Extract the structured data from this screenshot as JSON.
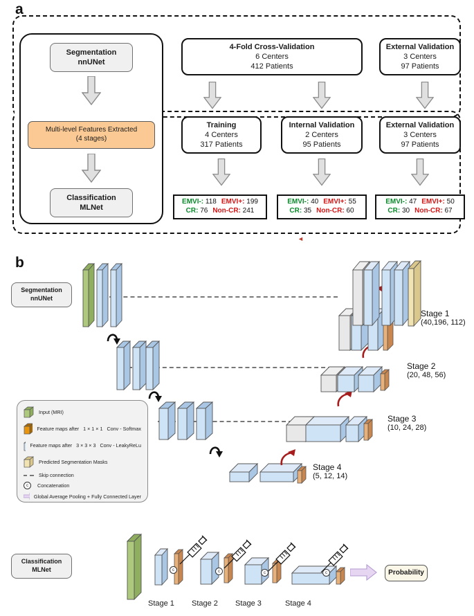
{
  "figure": {
    "panel_a_letter": "a",
    "panel_b_letter": "b"
  },
  "panel_a": {
    "pipeline": {
      "segmentation": {
        "line1": "Segmentation",
        "line2": "nnUNet"
      },
      "features": {
        "line1": "Multi-level Features Extracted",
        "line2": "(4 stages)"
      },
      "classification": {
        "line1": "Classification",
        "line2": "MLNet"
      }
    },
    "cohorts_top": [
      {
        "title": "4-Fold Cross-Validation",
        "centers": "6 Centers",
        "patients": "412 Patients"
      },
      {
        "title": "External Validation",
        "centers": "3 Centers",
        "patients": "97 Patients"
      }
    ],
    "cohorts_bottom": [
      {
        "title": "Training",
        "centers": "4 Centers",
        "patients": "317 Patients"
      },
      {
        "title": "Internal Validation",
        "centers": "2 Centers",
        "patients": "95 Patients"
      },
      {
        "title": "External Validation",
        "centers": "3 Centers",
        "patients": "97 Patients"
      }
    ],
    "counts": [
      {
        "emvi_neg_label": "EMVI-:",
        "emvi_neg_value": "118",
        "emvi_pos_label": "EMVI+:",
        "emvi_pos_value": "199",
        "cr_label": "CR:",
        "cr_value": "76",
        "noncr_label": "Non-CR:",
        "noncr_value": "241"
      },
      {
        "emvi_neg_label": "EMVI-:",
        "emvi_neg_value": "40",
        "emvi_pos_label": "EMVI+:",
        "emvi_pos_value": "55",
        "cr_label": "CR:",
        "cr_value": "35",
        "noncr_label": "Non-CR:",
        "noncr_value": "60"
      },
      {
        "emvi_neg_label": "EMVI-:",
        "emvi_neg_value": "47",
        "emvi_pos_label": "EMVI+:",
        "emvi_pos_value": "50",
        "cr_label": "CR:",
        "cr_value": "30",
        "noncr_label": "Non-CR:",
        "noncr_value": "67"
      }
    ]
  },
  "panel_b": {
    "seg_box": {
      "line1": "Segmentation",
      "line2": "nnUNet"
    },
    "cls_box": {
      "line1": "Classification",
      "line2": "MLNet"
    },
    "stages": [
      {
        "name": "Stage 1",
        "dims": "(40,196, 112)"
      },
      {
        "name": "Stage 2",
        "dims": "(20, 48, 56)"
      },
      {
        "name": "Stage 3",
        "dims": "(10, 24, 28)"
      },
      {
        "name": "Stage 4",
        "dims": "(5, 12, 14)"
      }
    ],
    "bottom_stage_labels": [
      "Stage 1",
      "Stage 2",
      "Stage 3",
      "Stage 4"
    ],
    "probability_label": "Probability",
    "legend": [
      {
        "swatch": "green",
        "text": "Input (MRI)",
        "sub": "",
        "tail": ""
      },
      {
        "swatch": "orange",
        "text": "Feature maps after",
        "sub": "1 × 1 × 1",
        "tail": "Conv - Softmax"
      },
      {
        "swatch": "blue",
        "text": "Feature maps after",
        "sub": "3 × 3 × 3",
        "tail": "Conv - LeakyReLu"
      },
      {
        "swatch": "cream",
        "text": "Predicted Segmentation Masks",
        "sub": "",
        "tail": ""
      },
      {
        "swatch": "dashline",
        "text": "Skip connection",
        "sub": "",
        "tail": ""
      },
      {
        "swatch": "circlec",
        "text": "Concatenation",
        "sub": "",
        "tail": ""
      },
      {
        "swatch": "purplearrow",
        "text": "Global Average Pooling + Fully Connected Layer",
        "sub": "",
        "tail": ""
      }
    ],
    "concat_symbol": "c"
  },
  "colors": {
    "green": "#aec97e",
    "green_side": "#8fae5f",
    "blue": "#cfe3f7",
    "blue_side": "#a9c6e4",
    "orange": "#e8b17a",
    "orange_side": "#c9874f",
    "orange_legend": "#e8960f",
    "orange_legend_side": "#a86a08",
    "cream": "#f2e3b3",
    "cream_side": "#d9c78c",
    "gray": "#dcdcdc",
    "gray_side": "#bdbdbd",
    "green_text": "#0a8a2a",
    "red_text": "#d41616",
    "dark_red_arrow": "#a51d1d",
    "purple": "#cbb3e0",
    "feature_fill": "#fbc993"
  }
}
